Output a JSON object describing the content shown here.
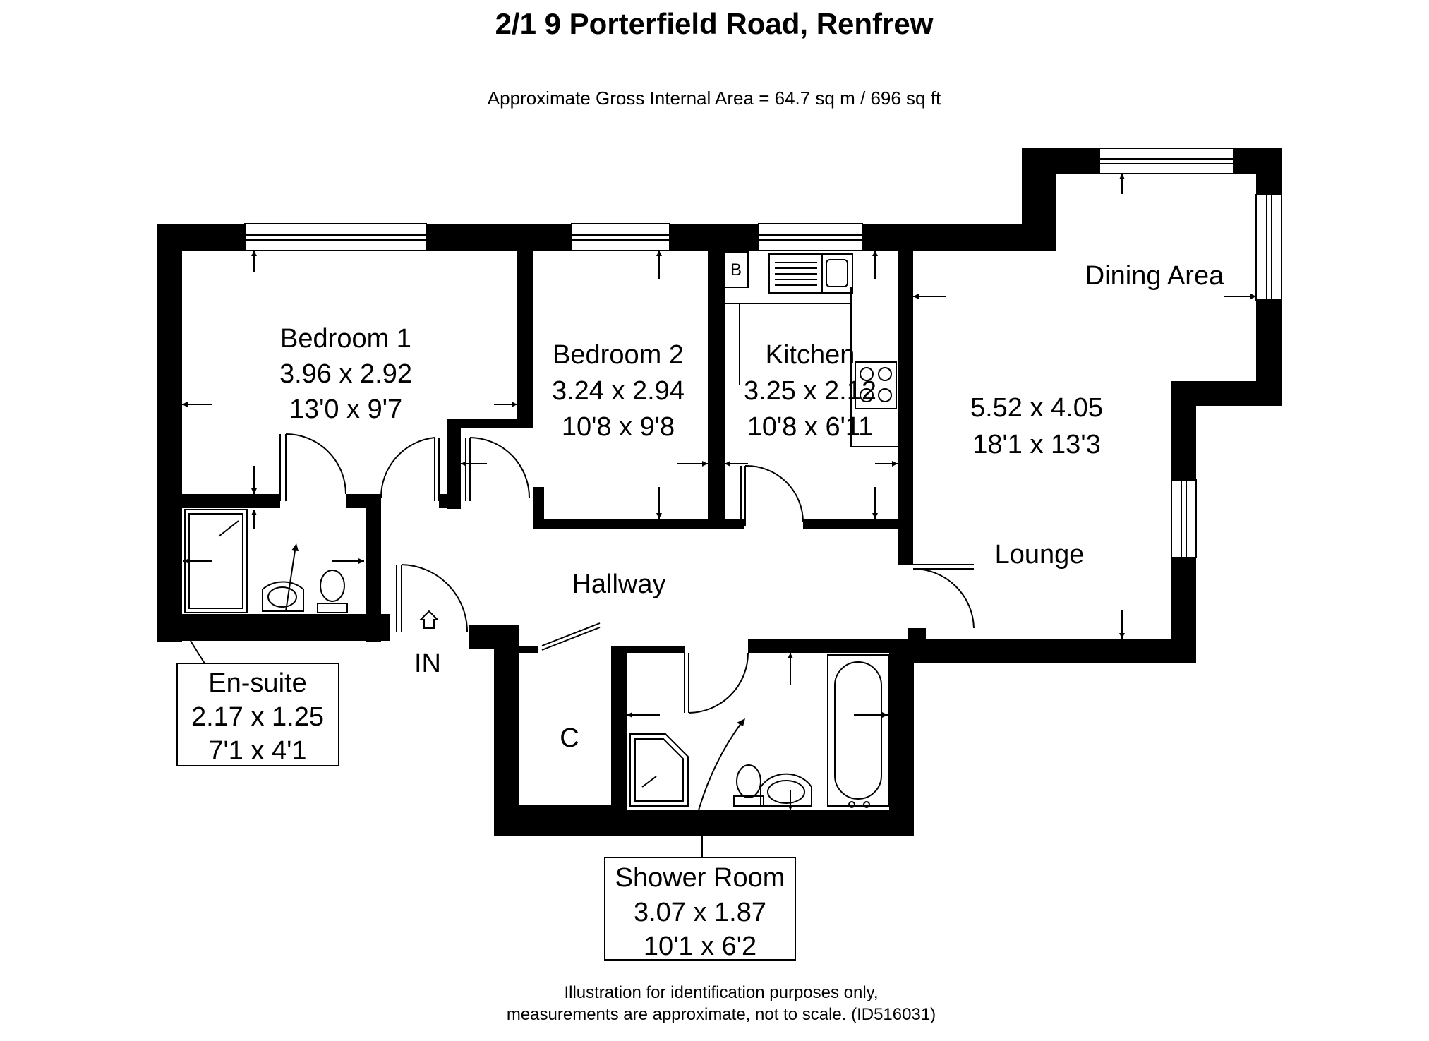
{
  "header": {
    "title": "2/1 9 Porterfield Road, Renfrew",
    "area": "Approximate Gross Internal Area = 64.7 sq m / 696 sq ft"
  },
  "rooms": {
    "bedroom1": {
      "name": "Bedroom 1",
      "metric": "3.96 x 2.92",
      "imperial": "13'0 x 9'7"
    },
    "bedroom2": {
      "name": "Bedroom 2",
      "metric": "3.24 x 2.94",
      "imperial": "10'8 x 9'8"
    },
    "kitchen": {
      "name": "Kitchen",
      "metric": "3.25 x 2.12",
      "imperial": "10'8 x 6'11",
      "boiler": "B"
    },
    "dining": {
      "name": "Dining Area"
    },
    "lounge": {
      "name": "Lounge",
      "metric": "5.52 x 4.05",
      "imperial": "18'1 x 13'3"
    },
    "hallway": {
      "name": "Hallway"
    },
    "entrance": {
      "label": "IN"
    },
    "cupboard": {
      "label": "C"
    },
    "ensuite": {
      "name": "En-suite",
      "metric": "2.17 x 1.25",
      "imperial": "7'1 x 4'1"
    },
    "shower": {
      "name": "Shower Room",
      "metric": "3.07 x 1.87",
      "imperial": "10'1 x 6'2"
    }
  },
  "footer": {
    "line1": "Illustration for identification purposes only,",
    "line2": "measurements are approximate, not to scale. (ID516031)"
  }
}
